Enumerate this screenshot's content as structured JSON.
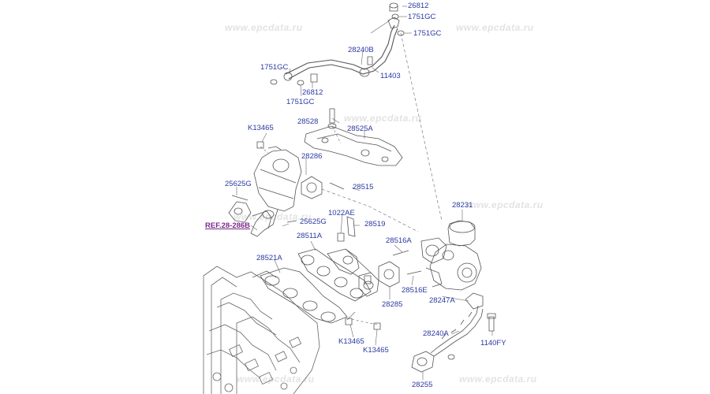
{
  "watermark": "www.epcdata.ru",
  "colors": {
    "label": "#2a3aa0",
    "reference": "#7a2a8a",
    "line": "#555555",
    "watermark": "#e3e3e3"
  },
  "reference_link": "REF.28-286B",
  "labels": {
    "l_26812_top": "26812",
    "l_1751gc_top": "1751GC",
    "l_1751gc_right": "1751GC",
    "l_28240b": "28240B",
    "l_1751gc_left": "1751GC",
    "l_26812_left": "26812",
    "l_1751gc_lower": "1751GC",
    "l_11403": "11403",
    "l_k13465_top": "K13465",
    "l_28528": "28528",
    "l_28525a": "28525A",
    "l_28286": "28286",
    "l_28515": "28515",
    "l_25625g_left": "25625G",
    "l_28231": "28231",
    "l_1022ae": "1022AE",
    "l_25625g_mid": "25625G",
    "l_28519": "28519",
    "l_28511a": "28511A",
    "l_28516a": "28516A",
    "l_28521a": "28521A",
    "l_28516e": "28516E",
    "l_28285": "28285",
    "l_28247a": "28247A",
    "l_28240a": "28240A",
    "l_k13465_b1": "K13465",
    "l_k13465_b2": "K13465",
    "l_1140fy": "1140FY",
    "l_28255": "28255"
  }
}
